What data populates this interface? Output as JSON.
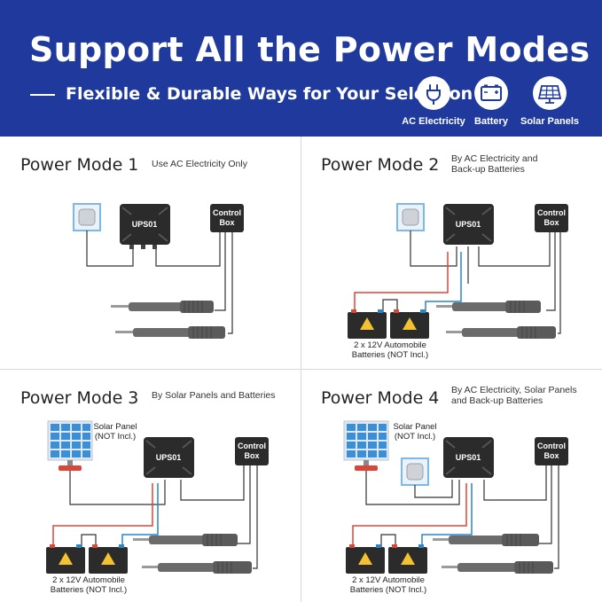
{
  "header": {
    "title": "Support All the Power Modes",
    "subtitle": "Flexible & Durable Ways for Your Selection",
    "sources": [
      {
        "label": "AC Electricity",
        "icon": "plug-icon"
      },
      {
        "label": "Battery",
        "icon": "battery-icon"
      },
      {
        "label": "Solar Panels",
        "icon": "solar-panel-icon"
      }
    ]
  },
  "colors": {
    "banner": "#1f3a9c",
    "positive_wire": "#d9473a",
    "negative_wire": "#2a86c9",
    "device": "#2b2b2b",
    "solar": "#3a8fd6",
    "outlet": "#7fb7e6"
  },
  "labels": {
    "ups": "UPS01",
    "control_box_line1": "Control",
    "control_box_line2": "Box",
    "battery_note": "2 x 12V Automobile\nBatteries (NOT Incl.)",
    "solar_note": "Solar Panel\n(NOT Incl.)"
  },
  "modes": [
    {
      "title": "Power Mode 1",
      "desc": "Use AC Electricity Only"
    },
    {
      "title": "Power Mode 2",
      "desc": "By AC Electricity and\nBack-up Batteries"
    },
    {
      "title": "Power Mode 3",
      "desc": "By Solar Panels and Batteries"
    },
    {
      "title": "Power Mode 4",
      "desc": "By AC Electricity, Solar Panels\nand Back-up Batteries"
    }
  ]
}
